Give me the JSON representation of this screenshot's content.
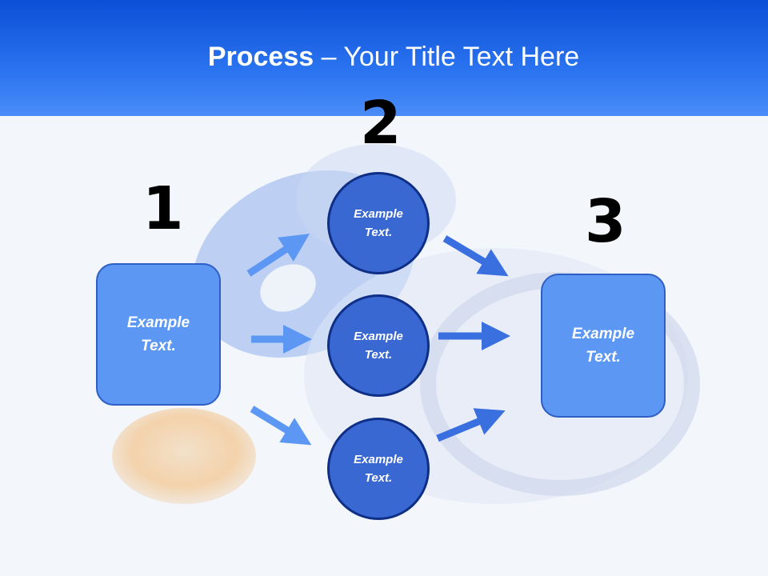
{
  "slide": {
    "title_bold": "Process",
    "title_rest": " – Your Title Text Here"
  },
  "steps": [
    {
      "number": "1",
      "text": "Example Text."
    },
    {
      "number": "2",
      "items": [
        "Example Text.",
        "Example Text.",
        "Example Text."
      ]
    },
    {
      "number": "3",
      "text": "Example Text."
    }
  ],
  "colors": {
    "header_dark": "#0b4fd6",
    "box_fill": "#5b97f3",
    "circle_fill": "#3a68d2",
    "arrow": "#3a6fe0"
  }
}
